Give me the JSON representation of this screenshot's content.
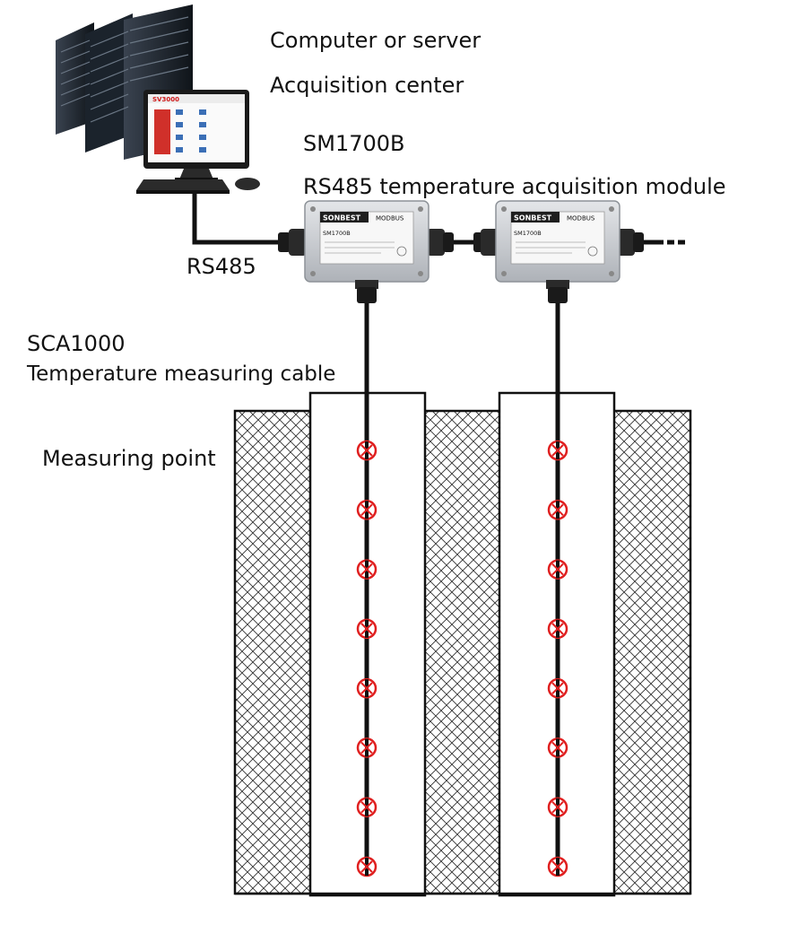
{
  "labels": {
    "computer_title": "Computer or server",
    "acquisition_center": "Acquisition center",
    "module_model": "SM1700B",
    "module_description": "RS485 temperature acquisition module",
    "bus_label": "RS485",
    "cable_model": "SCA1000",
    "cable_description": "Temperature measuring cable",
    "measuring_point": "Measuring point"
  },
  "monitor": {
    "software_title": "SV3000"
  },
  "modules": [
    {
      "brand": "SONBEST",
      "protocol": "MODBUS",
      "model": "SM1700B"
    },
    {
      "brand": "SONBEST",
      "protocol": "MODBUS",
      "model": "SM1700B"
    }
  ],
  "cables": [
    {
      "measuring_points": 8
    },
    {
      "measuring_points": 8
    }
  ],
  "colors": {
    "cable": "#111111",
    "measuring_point": "#e02020",
    "hatch": "#333333",
    "enclosure": "#c9ccd0"
  }
}
